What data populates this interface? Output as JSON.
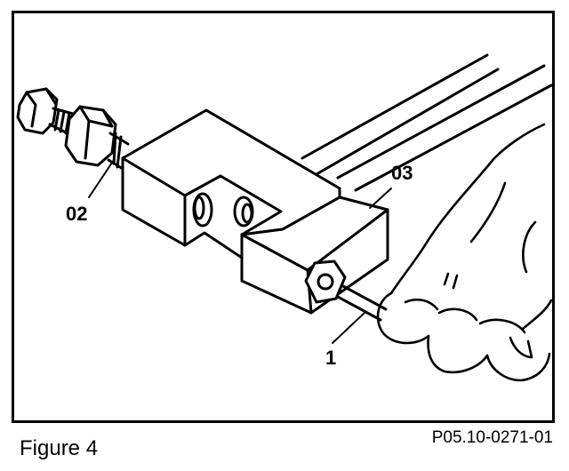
{
  "figure": {
    "caption": "Figure 4",
    "code": "P05.10-0271-01"
  },
  "callouts": {
    "part_02": "02",
    "part_03": "03",
    "part_1": "1"
  },
  "colors": {
    "ink": "#000000",
    "paper": "#ffffff"
  }
}
